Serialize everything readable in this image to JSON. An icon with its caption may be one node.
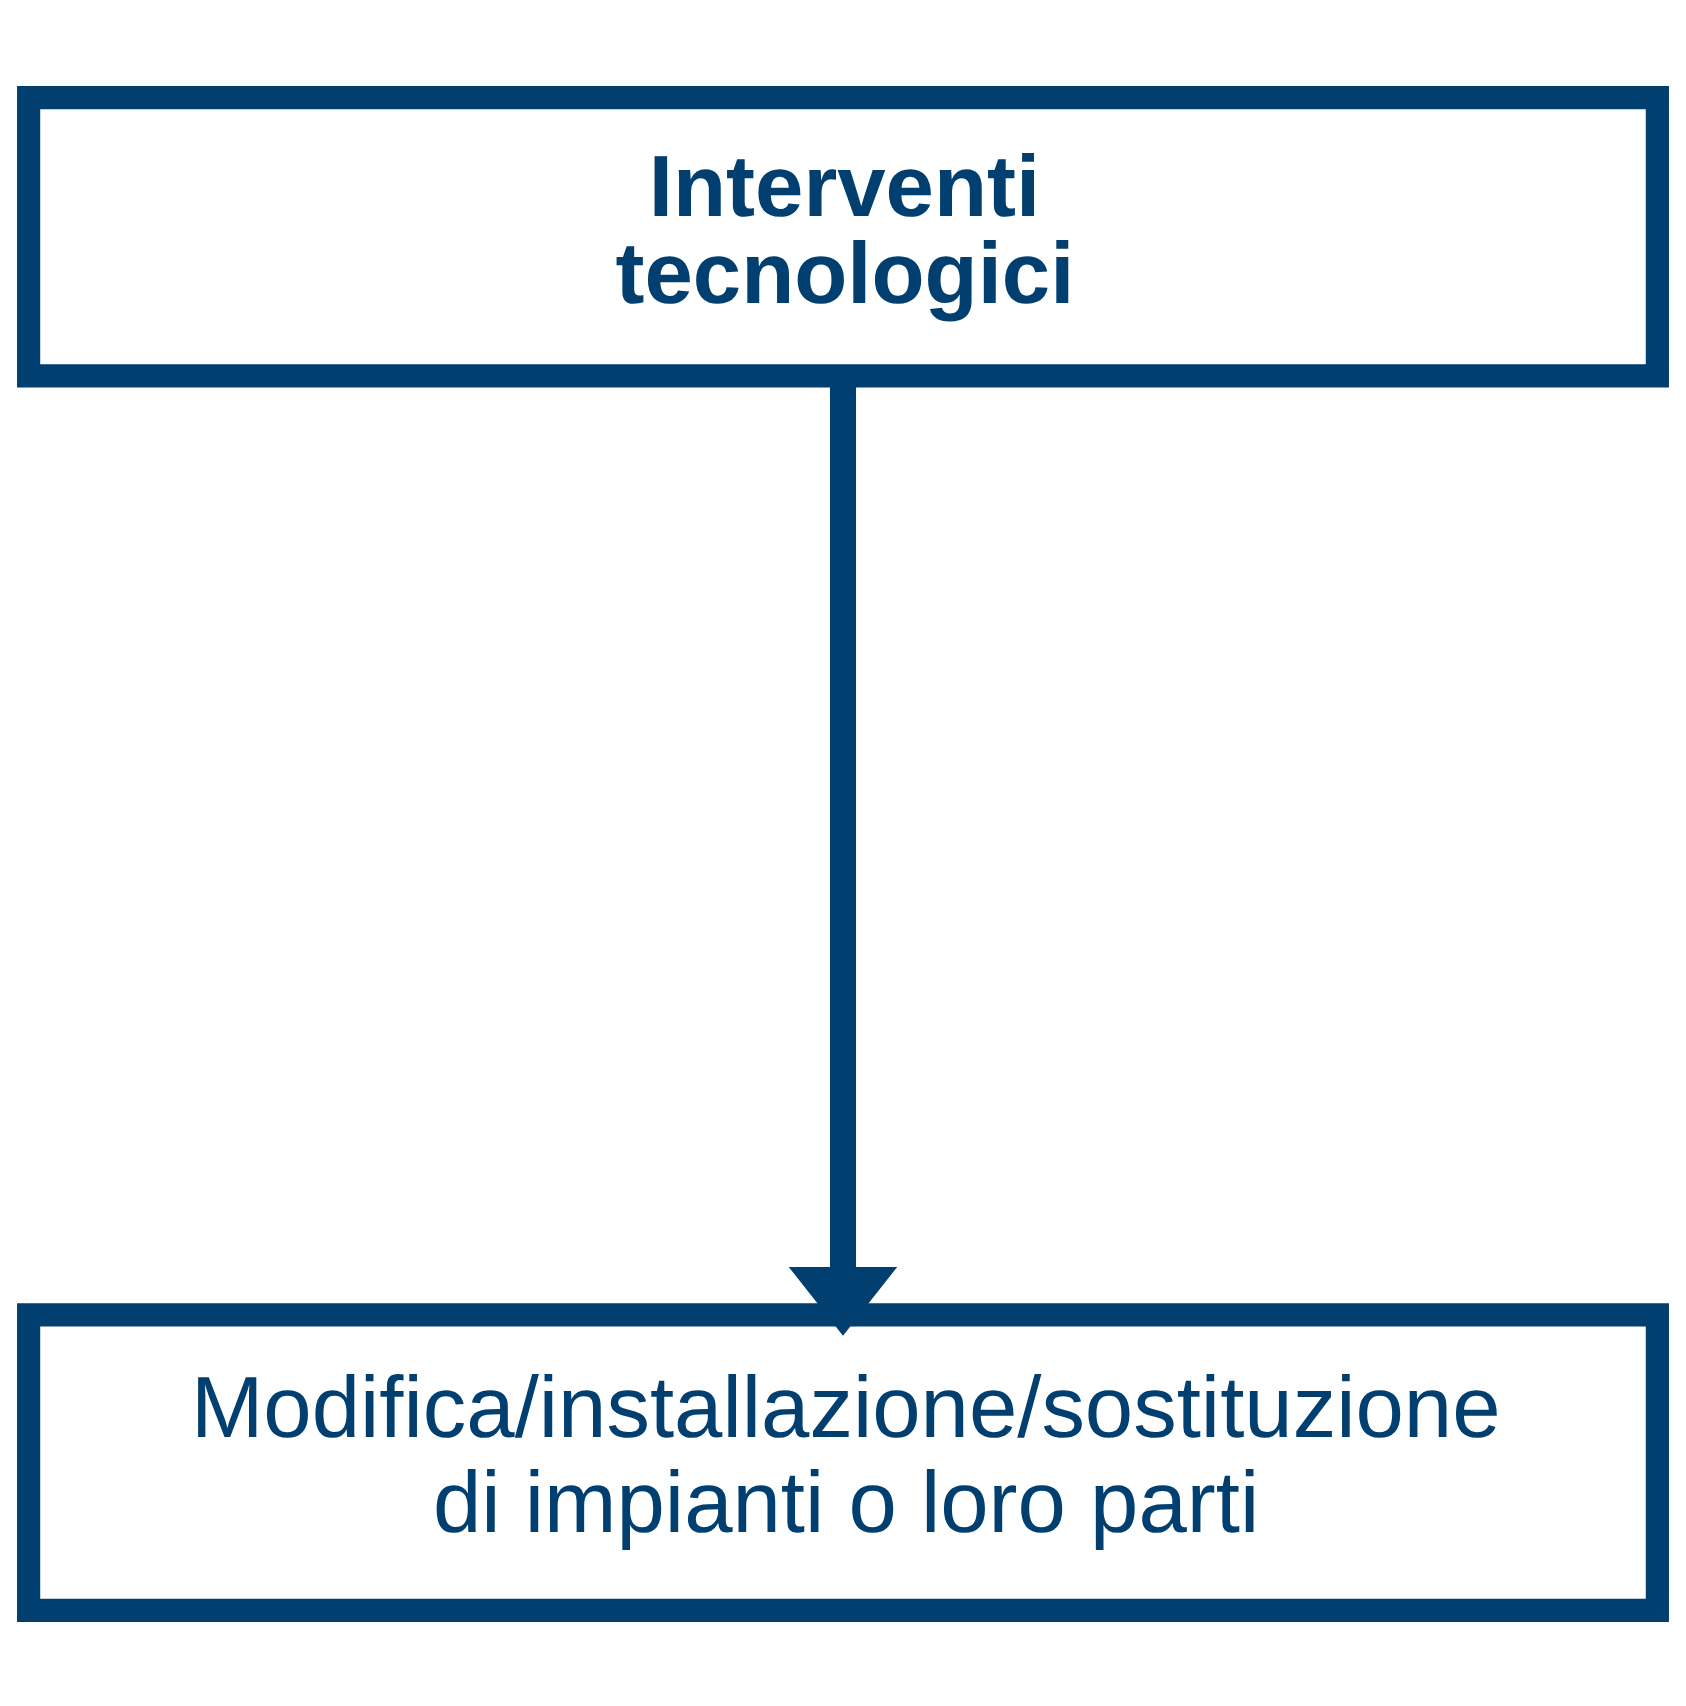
{
  "diagram": {
    "nodes": [
      {
        "text": [
          "Interventi tecnologici"
        ]
      },
      {
        "text": [
          "Modifica/installazione/sostituzione di impianti o loro parti"
        ]
      }
    ],
    "edges": [
      {
        "from": 0,
        "to": 1,
        "arrow": "to"
      }
    ]
  }
}
